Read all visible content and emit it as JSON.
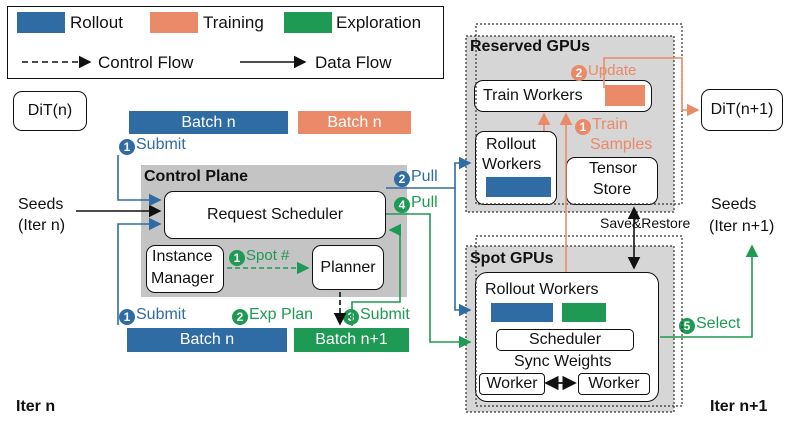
{
  "colors": {
    "rollout": "#2e6ca3",
    "training": "#ea8a68",
    "exploration": "#1e9a54",
    "plane": "#c4c4c4",
    "gpu": "#d6d6d6"
  },
  "legend": {
    "rollout": "Rollout",
    "training": "Training",
    "exploration": "Exploration",
    "control_flow": "Control Flow",
    "data_flow": "Data Flow"
  },
  "dit_n": "DiT(n)",
  "dit_n1": "DiT(n+1)",
  "batch_n_top": "Batch n",
  "batch_n_train": "Batch n",
  "batch_n_bottom": "Batch n",
  "batch_n1": "Batch n+1",
  "submit_top": {
    "num": "1",
    "text": "Submit"
  },
  "submit_bottom": {
    "num": "1",
    "text": "Submit"
  },
  "seeds_left": {
    "line1": "Seeds",
    "line2": "(Iter n)"
  },
  "control_plane": {
    "title": "Control Plane",
    "request_scheduler": "Request Scheduler",
    "instance_manager_1": "Instance",
    "instance_manager_2": "Manager",
    "planner": "Planner",
    "spot": {
      "num": "1",
      "text": "Spot #"
    }
  },
  "exp_plan": {
    "num": "2",
    "text": "Exp Plan"
  },
  "submit3": {
    "num": "3",
    "text": "Submit"
  },
  "pull2": {
    "num": "2",
    "text": "Pull"
  },
  "pull4": {
    "num": "4",
    "text": "Pull"
  },
  "reserved": {
    "title": "Reserved GPUs",
    "update": {
      "num": "2",
      "text": "Update"
    },
    "train_workers": "Train Workers",
    "train_samples": {
      "num": "1",
      "text1": "Train",
      "text2": "Samples"
    },
    "rollout_workers_1": "Rollout",
    "rollout_workers_2": "Workers",
    "tensor_store_1": "Tensor",
    "tensor_store_2": "Store"
  },
  "save_restore": "Save&Restore",
  "seeds_right": {
    "line1": "Seeds",
    "line2": "(Iter n+1)"
  },
  "spot": {
    "title": "Spot GPUs",
    "rollout_workers": "Rollout Workers",
    "scheduler": "Scheduler",
    "sync_weights": "Sync Weights",
    "worker_a": "Worker",
    "worker_b": "Worker"
  },
  "select": {
    "num": "5",
    "text": "Select"
  },
  "iter_n": "Iter n",
  "iter_n1": "Iter n+1"
}
